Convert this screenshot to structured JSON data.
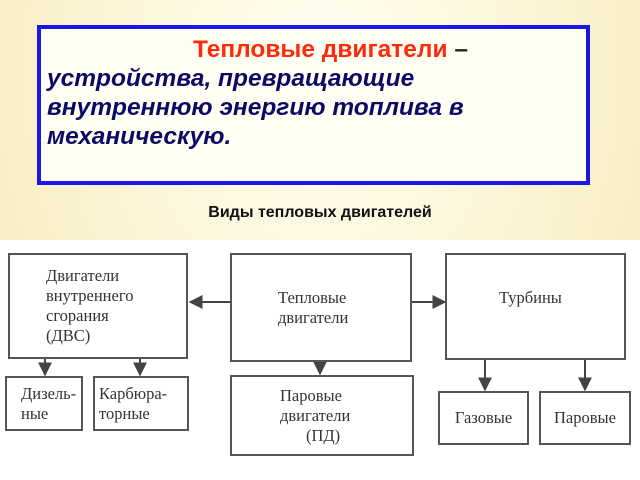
{
  "definition": {
    "heading": "Тепловые двигатели",
    "dash": " –",
    "lines": [
      "устройства, превращающие",
      "внутреннюю энергию топлива в",
      "механическую."
    ]
  },
  "subtitle": "Виды тепловых двигателей",
  "diagram": {
    "nodes": {
      "ice": [
        "Двигатели",
        "внутреннего",
        "сгорания",
        "(ДВС)"
      ],
      "heat_engines": [
        "Тепловые",
        "двигатели"
      ],
      "turbines": [
        "Турбины"
      ],
      "diesel": [
        "Дизель-",
        "ные"
      ],
      "carburetor": [
        "Карбюра-",
        "торные"
      ],
      "steam_engines": [
        "Паровые",
        "двигатели",
        "(ПД)"
      ],
      "gas": [
        "Газовые"
      ],
      "steam": [
        "Паровые"
      ]
    },
    "edges": [
      {
        "from": "heat_engines",
        "to": "ice"
      },
      {
        "from": "heat_engines",
        "to": "turbines"
      },
      {
        "from": "ice",
        "to": "diesel"
      },
      {
        "from": "ice",
        "to": "carburetor"
      },
      {
        "from": "heat_engines",
        "to": "steam_engines"
      },
      {
        "from": "turbines",
        "to": "gas"
      },
      {
        "from": "turbines",
        "to": "steam"
      }
    ]
  }
}
